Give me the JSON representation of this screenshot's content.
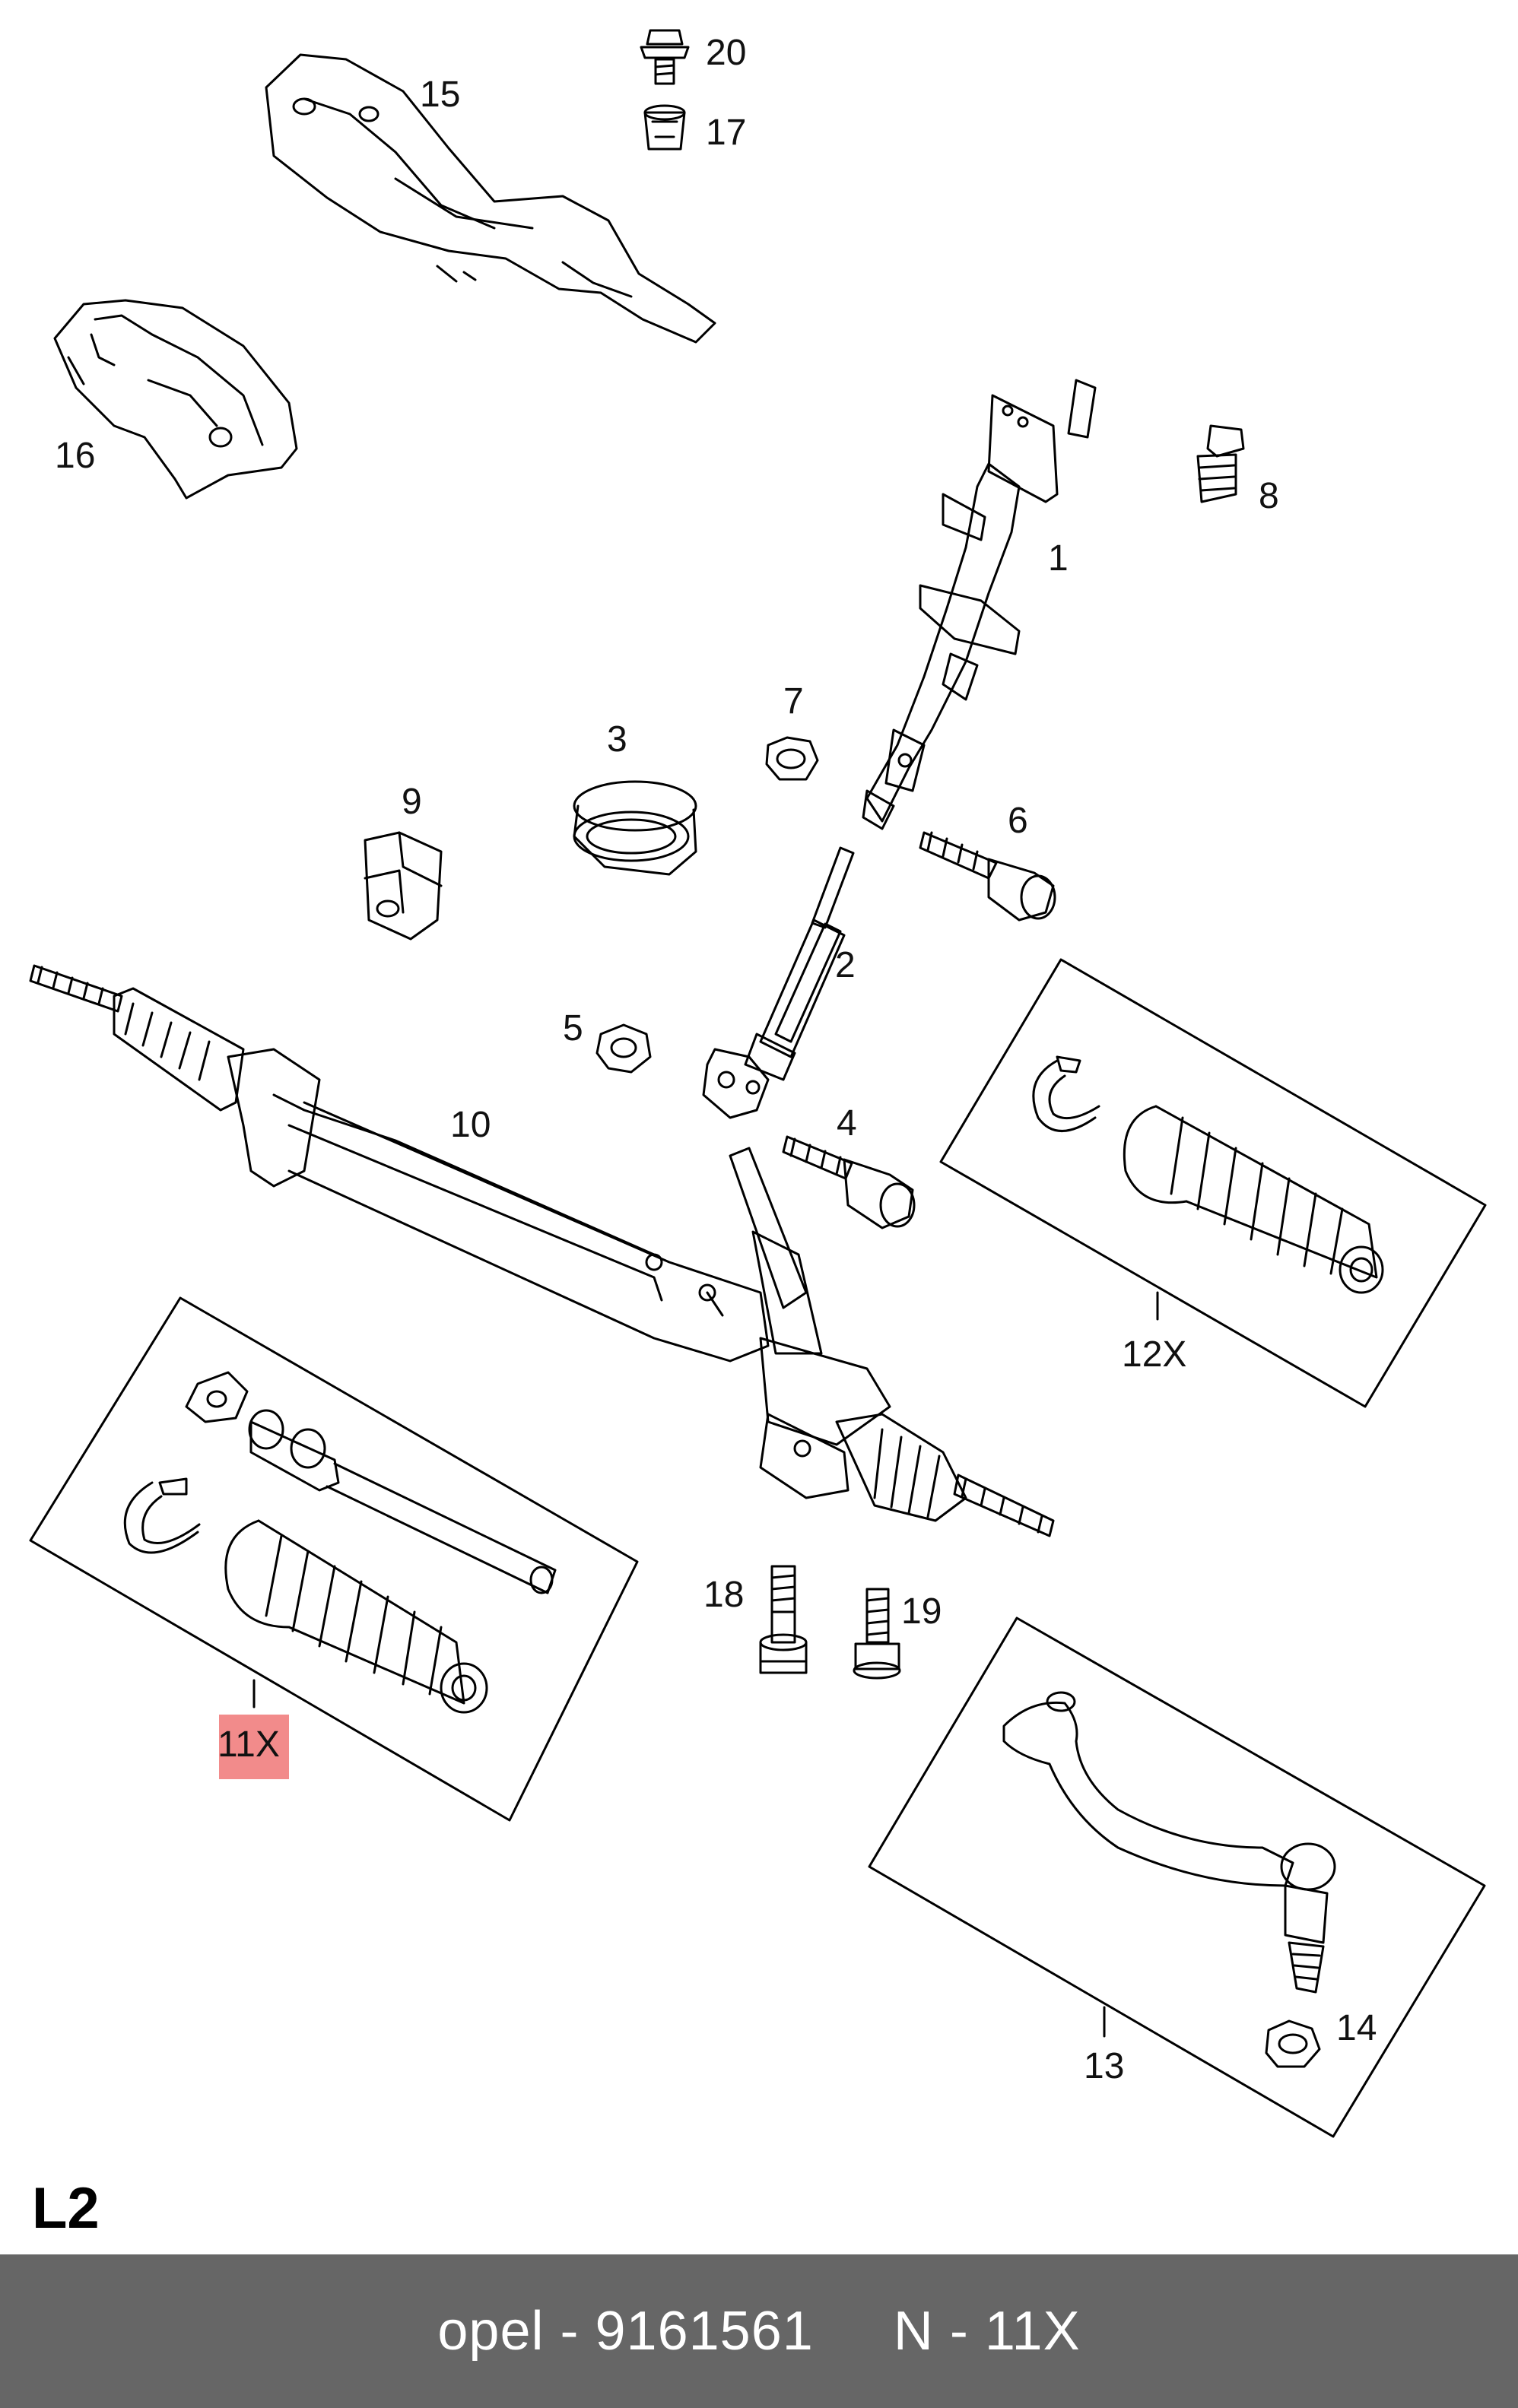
{
  "diagram": {
    "page_code": "L2",
    "line_color": "#000000",
    "highlight_color": "#f28b8b",
    "highlighted_callout": "11X",
    "callouts": [
      {
        "id": "1",
        "label": "1"
      },
      {
        "id": "2",
        "label": "2"
      },
      {
        "id": "3",
        "label": "3"
      },
      {
        "id": "4",
        "label": "4"
      },
      {
        "id": "5",
        "label": "5"
      },
      {
        "id": "6",
        "label": "6"
      },
      {
        "id": "7",
        "label": "7"
      },
      {
        "id": "8",
        "label": "8"
      },
      {
        "id": "9",
        "label": "9"
      },
      {
        "id": "10",
        "label": "10"
      },
      {
        "id": "11X",
        "label": "11X"
      },
      {
        "id": "12X",
        "label": "12X"
      },
      {
        "id": "13",
        "label": "13"
      },
      {
        "id": "14",
        "label": "14"
      },
      {
        "id": "15",
        "label": "15"
      },
      {
        "id": "16",
        "label": "16"
      },
      {
        "id": "17",
        "label": "17"
      },
      {
        "id": "18",
        "label": "18"
      },
      {
        "id": "19",
        "label": "19"
      },
      {
        "id": "20",
        "label": "20"
      }
    ]
  },
  "footer": {
    "background": "#666666",
    "brand": "opel",
    "separator": "-",
    "part_number": "9161561",
    "position_prefix": "N",
    "position_value": "11X"
  }
}
